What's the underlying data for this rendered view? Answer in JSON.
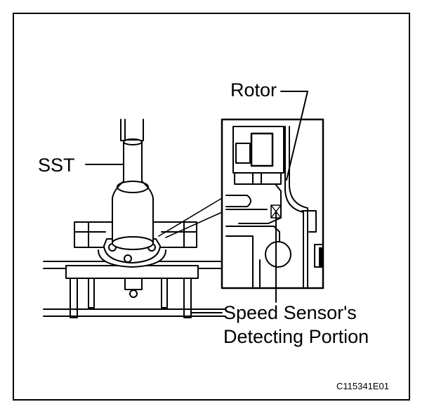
{
  "labels": {
    "rotor": "Rotor",
    "sst": "SST",
    "speed_sensor_line1": "Speed Sensor's",
    "speed_sensor_line2": "Detecting Portion"
  },
  "figure_code": "C115341E01"
}
